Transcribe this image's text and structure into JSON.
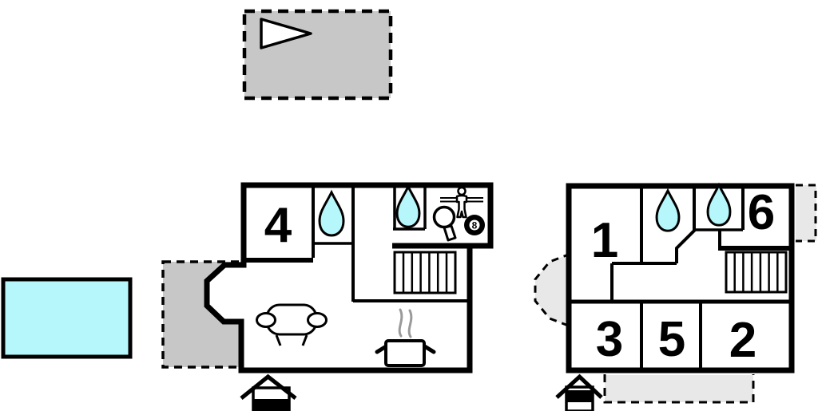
{
  "colors": {
    "water_fill": "#b6f7fb",
    "wall": "#000000",
    "terrace_medium_gray": "#c7c7c7",
    "terrace_light_gray": "#e8e8e8",
    "steam_gray": "#9a9a9a"
  },
  "upper_terrace": {
    "icon": "flag"
  },
  "pool": {
    "name": "swimming-pool"
  },
  "floorplan_left": {
    "rooms": [
      {
        "number": "4"
      }
    ],
    "features": [
      "shower-drop",
      "wc-drop",
      "table-tennis-paddle",
      "foosball-player",
      "billiard-8-ball",
      "stairs",
      "sofa",
      "cooking-pot",
      "entrance",
      "bay-window-terrace"
    ]
  },
  "floorplan_right": {
    "rooms": [
      {
        "number": "1"
      },
      {
        "number": "6"
      },
      {
        "number": "3"
      },
      {
        "number": "5"
      },
      {
        "number": "2"
      }
    ],
    "features": [
      "shower-drop",
      "shower-drop",
      "stairs",
      "entrance",
      "terrace-left",
      "terrace-right",
      "terrace-bottom"
    ]
  },
  "billiard_ball": {
    "label": "8"
  }
}
